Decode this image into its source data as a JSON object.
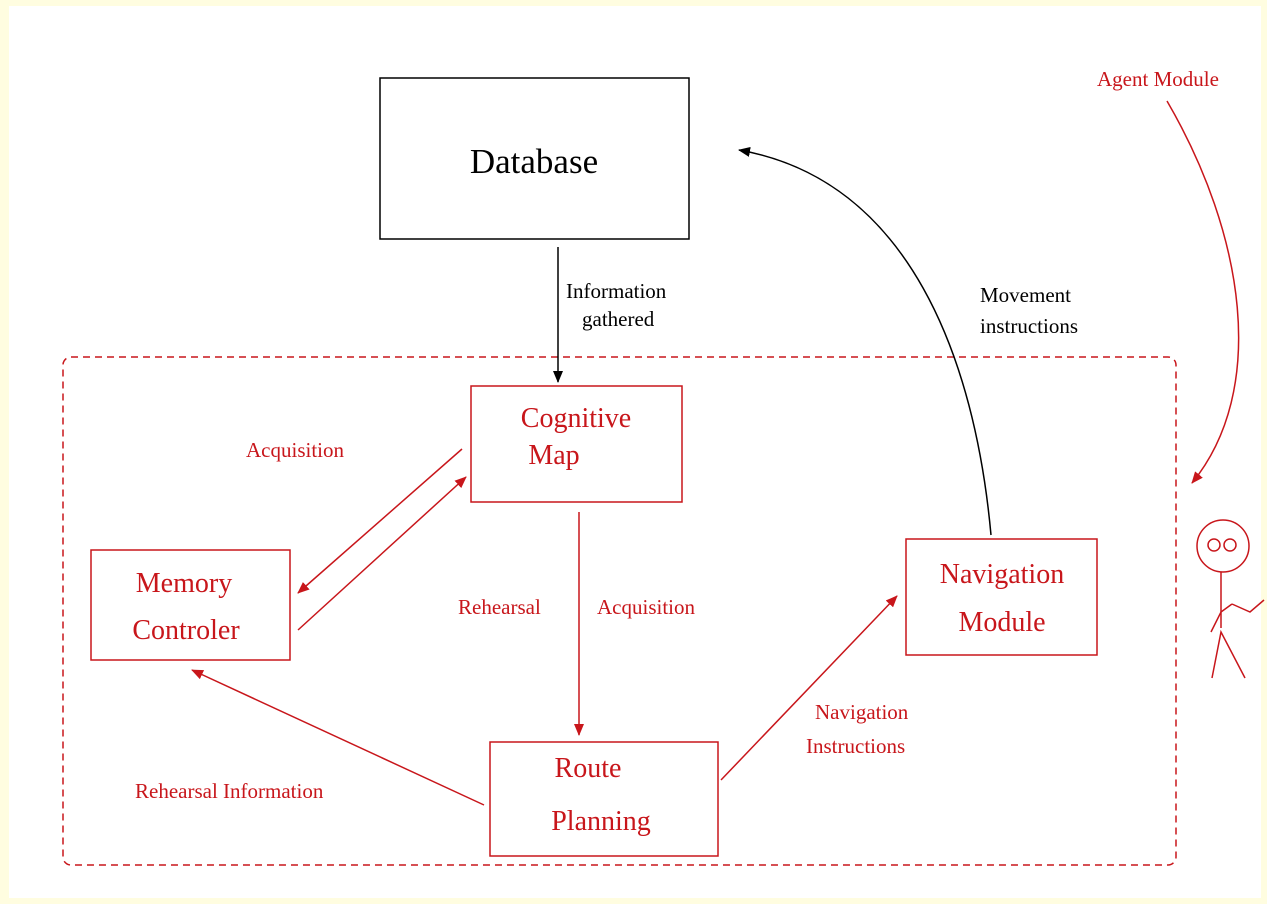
{
  "colors": {
    "black": "#000000",
    "red": "#c8161b",
    "frame": "#fffde0",
    "background": "#ffffff"
  },
  "nodes": {
    "database": {
      "lines": [
        "Database"
      ]
    },
    "cognitive_map": {
      "lines": [
        "Cognitive",
        "Map"
      ]
    },
    "memory_controler": {
      "lines": [
        "Memory",
        "Controler"
      ]
    },
    "route_planning": {
      "lines": [
        "Route",
        "Planning"
      ]
    },
    "navigation_module": {
      "lines": [
        "Navigation",
        "Module"
      ]
    }
  },
  "edges": {
    "information_gathered": [
      "Information",
      "gathered"
    ],
    "movement_instructions": [
      "Movement",
      "instructions"
    ],
    "acquisition_upper": "Acquisition",
    "rehearsal_center": "Rehearsal",
    "acquisition_center": "Acquisition",
    "navigation_instructions": [
      "Navigation",
      "Instructions"
    ],
    "rehearsal_information": "Rehearsal Information"
  },
  "agent": {
    "label": "Agent Module",
    "icon": "stick-figure-icon"
  }
}
